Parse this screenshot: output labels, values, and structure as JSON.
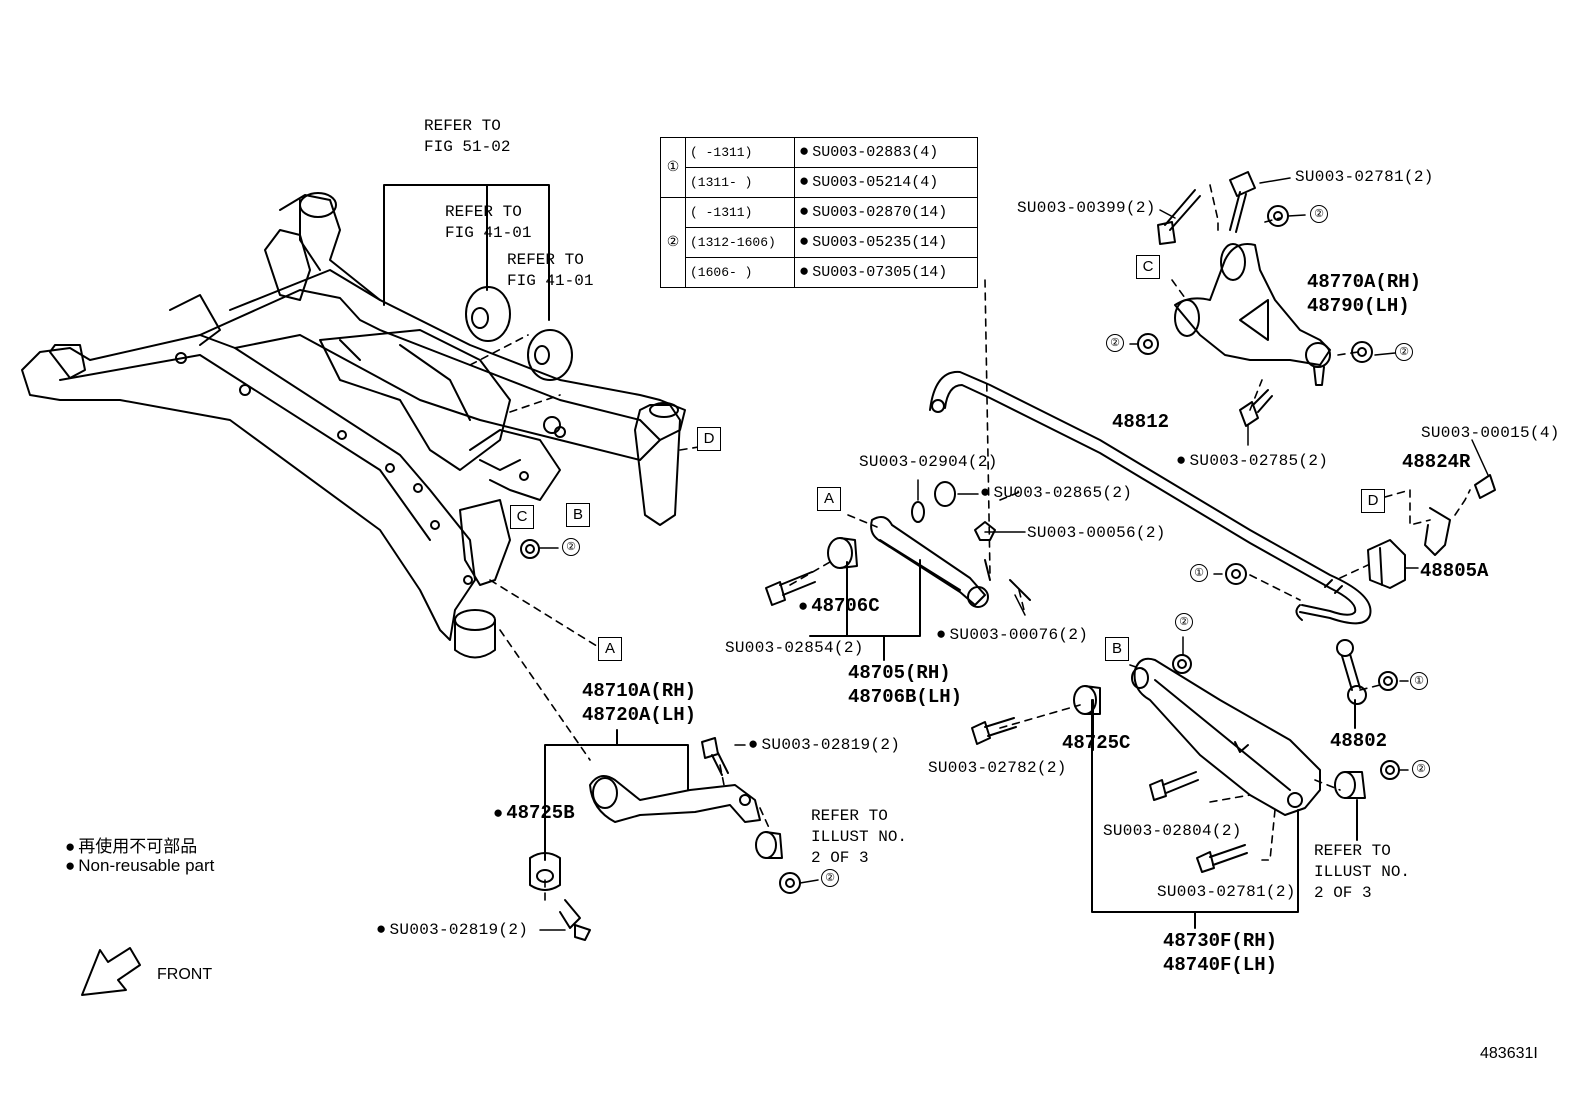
{
  "references": {
    "fig5102": "REFER TO\nFIG 51-02",
    "fig4101a": "REFER TO\nFIG 41-01",
    "fig4101b": "REFER TO\nFIG 41-01",
    "illust_left": "REFER TO\nILLUST NO.\n2 OF 3",
    "illust_right": "REFER TO\nILLUST NO.\n2 OF 3"
  },
  "spec_table": {
    "group1_symbol": "①",
    "group2_symbol": "②",
    "rows": [
      {
        "range": "(     -1311)",
        "part": "SU003-02883(4)"
      },
      {
        "range": "(1311-     )",
        "part": "SU003-05214(4)"
      },
      {
        "range": "(     -1311)",
        "part": "SU003-02870(14)"
      },
      {
        "range": "(1312-1606)",
        "part": "SU003-05235(14)"
      },
      {
        "range": "(1606-     )",
        "part": "SU003-07305(14)"
      }
    ]
  },
  "boxes": {
    "a": "A",
    "b": "B",
    "c": "C",
    "d": "D"
  },
  "circles": {
    "one": "①",
    "two": "②"
  },
  "parts": {
    "p48770a": "48770A(RH)",
    "p48790": "48790(LH)",
    "p48812": "48812",
    "p48824r": "48824R",
    "p48805a": "48805A",
    "p48706c": "48706C",
    "p48705": "48705(RH)",
    "p48706b": "48706B(LH)",
    "p48710a": "48710A(RH)",
    "p48720a": "48720A(LH)",
    "p48725b": "48725B",
    "p48725c": "48725C",
    "p48802": "48802",
    "p48730f": "48730F(RH)",
    "p48740f": "48740F(LH)"
  },
  "bolts": {
    "su02781_top": "SU003-02781(2)",
    "su00399": "SU003-00399(2)",
    "su02785": "SU003-02785(2)",
    "su00015": "SU003-00015(4)",
    "su02904": "SU003-02904(2)",
    "su02865": "SU003-02865(2)",
    "su00056": "SU003-00056(2)",
    "su00076": "SU003-00076(2)",
    "su02854": "SU003-02854(2)",
    "su02819_top": "SU003-02819(2)",
    "su02819_bot": "SU003-02819(2)",
    "su02782": "SU003-02782(2)",
    "su02804": "SU003-02804(2)",
    "su02781_bot": "SU003-02781(2)"
  },
  "legend": {
    "line1": "再使用不可部品",
    "line2": "Non-reusable part"
  },
  "front_label": "FRONT",
  "figure_id": "483631I"
}
